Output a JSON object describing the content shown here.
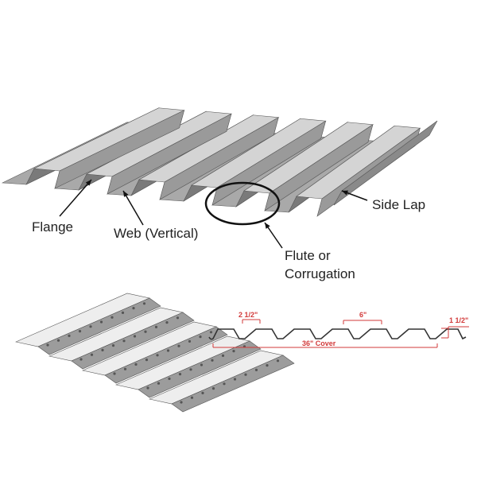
{
  "labels": {
    "flange": "Flange",
    "web": "Web (Vertical)",
    "side_lap": "Side Lap",
    "flute_line1": "Flute or",
    "flute_line2": "Corrugation"
  },
  "profile": {
    "rib_width": "2 1/2\"",
    "pitch": "6\"",
    "depth": "1 1/2\"",
    "cover": "36\" Cover"
  },
  "colors": {
    "dimension": "#d23a3a",
    "metal_light": "#c9c9c9",
    "metal_dark": "#6e6e6e"
  }
}
